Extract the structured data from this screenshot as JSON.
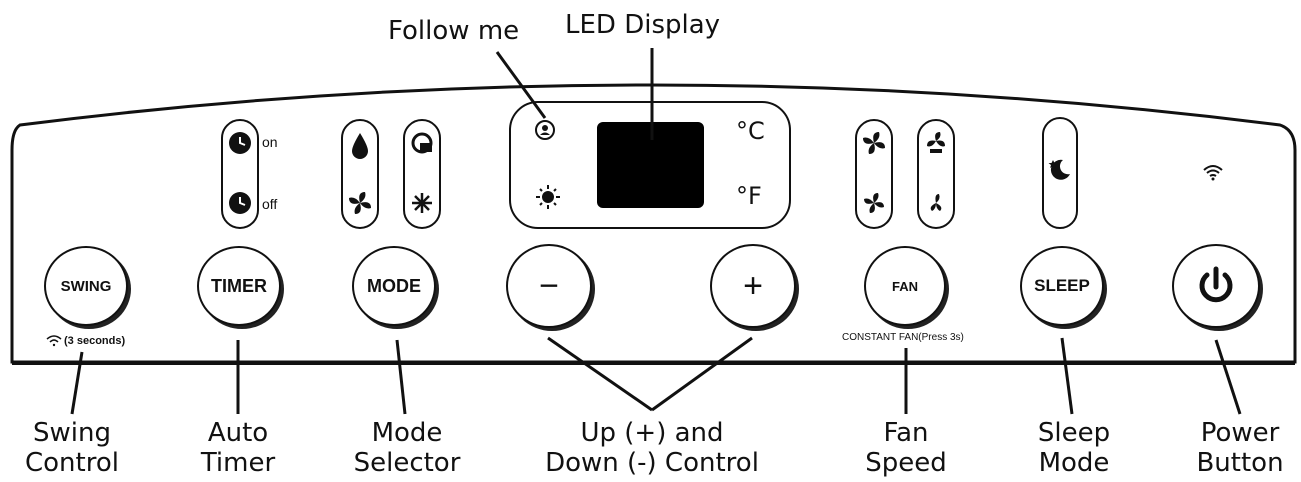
{
  "labels": {
    "follow_me": "Follow me",
    "led_display": "LED Display",
    "swing": [
      "Swing",
      "Control"
    ],
    "timer": [
      "Auto",
      "Timer"
    ],
    "mode": [
      "Mode",
      "Selector"
    ],
    "updown": [
      "Up (+) and",
      "Down (-) Control"
    ],
    "fan": [
      "Fan",
      "Speed"
    ],
    "sleep": [
      "Sleep",
      "Mode"
    ],
    "power": [
      "Power",
      "Button"
    ]
  },
  "buttons": {
    "swing": "SWING",
    "timer": "TIMER",
    "mode": "MODE",
    "minus": "−",
    "plus": "+",
    "fan": "FAN",
    "sleep": "SLEEP"
  },
  "notes": {
    "swing": "(3 seconds)",
    "fan": "CONSTANT FAN(Press 3s)"
  },
  "indicators": {
    "timer_on": "on",
    "timer_off": "off",
    "celsius": "°C",
    "fahrenheit": "°F"
  },
  "icons": {
    "mode": [
      "water-drop-icon",
      "auto-mode-icon",
      "fan-icon",
      "snowflake-icon"
    ],
    "fan": [
      "fan-high-icon",
      "fan-auto-icon",
      "fan-medium-icon",
      "fan-low-icon"
    ],
    "sleep": "moon-star-icon",
    "wifi": "wifi-icon",
    "power": "power-icon"
  },
  "colors": {
    "ink": "#111111",
    "display": "#000000",
    "background": "#ffffff"
  }
}
